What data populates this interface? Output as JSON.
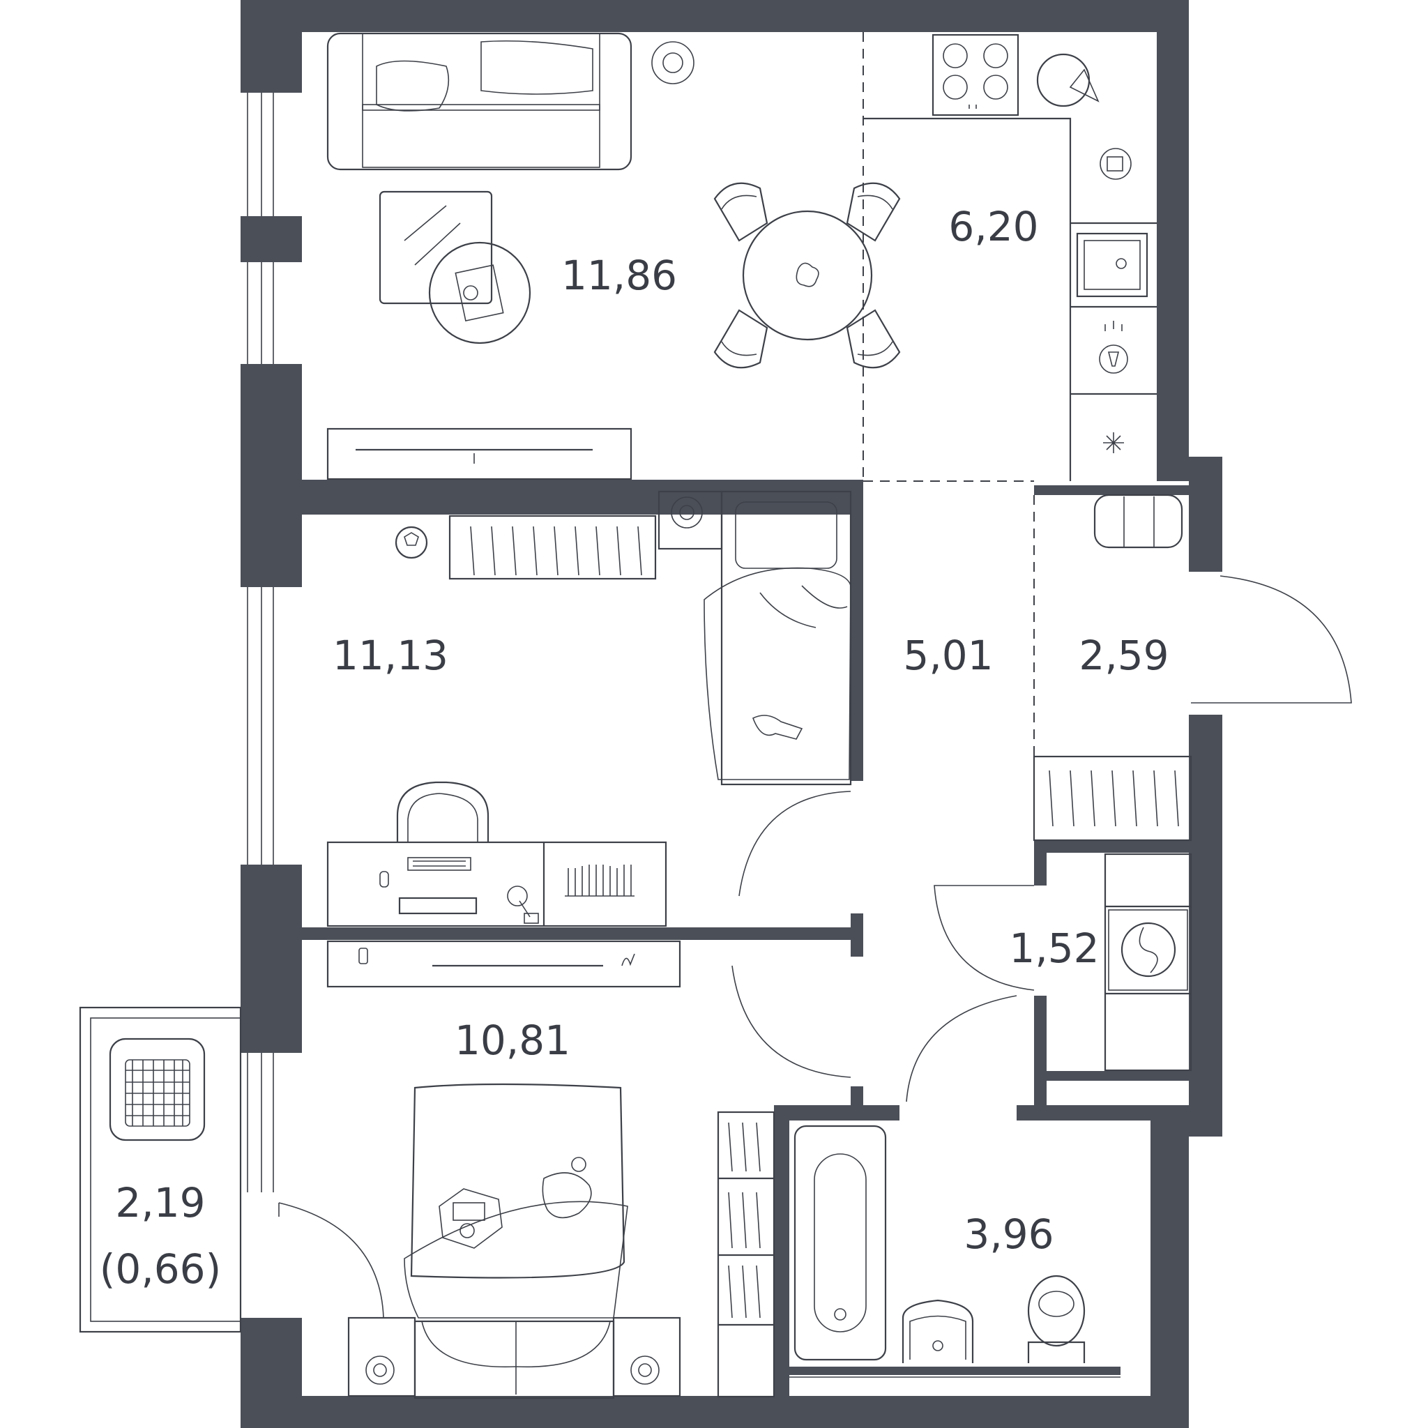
{
  "colors": {
    "wall": "#4b4f58",
    "line": "#3d4048",
    "text": "#3a3d45",
    "background": "#ffffff"
  },
  "rooms": {
    "living": {
      "area": "11,86"
    },
    "kitchen": {
      "area": "6,20"
    },
    "bedroom_1": {
      "area": "11,13"
    },
    "hall": {
      "area": "5,01"
    },
    "entry": {
      "area": "2,59"
    },
    "laundry": {
      "area": "1,52"
    },
    "bedroom_2": {
      "area": "10,81"
    },
    "bathroom": {
      "area": "3,96"
    },
    "balcony": {
      "area": "2,19",
      "reduced_area": "(0,66)"
    }
  }
}
